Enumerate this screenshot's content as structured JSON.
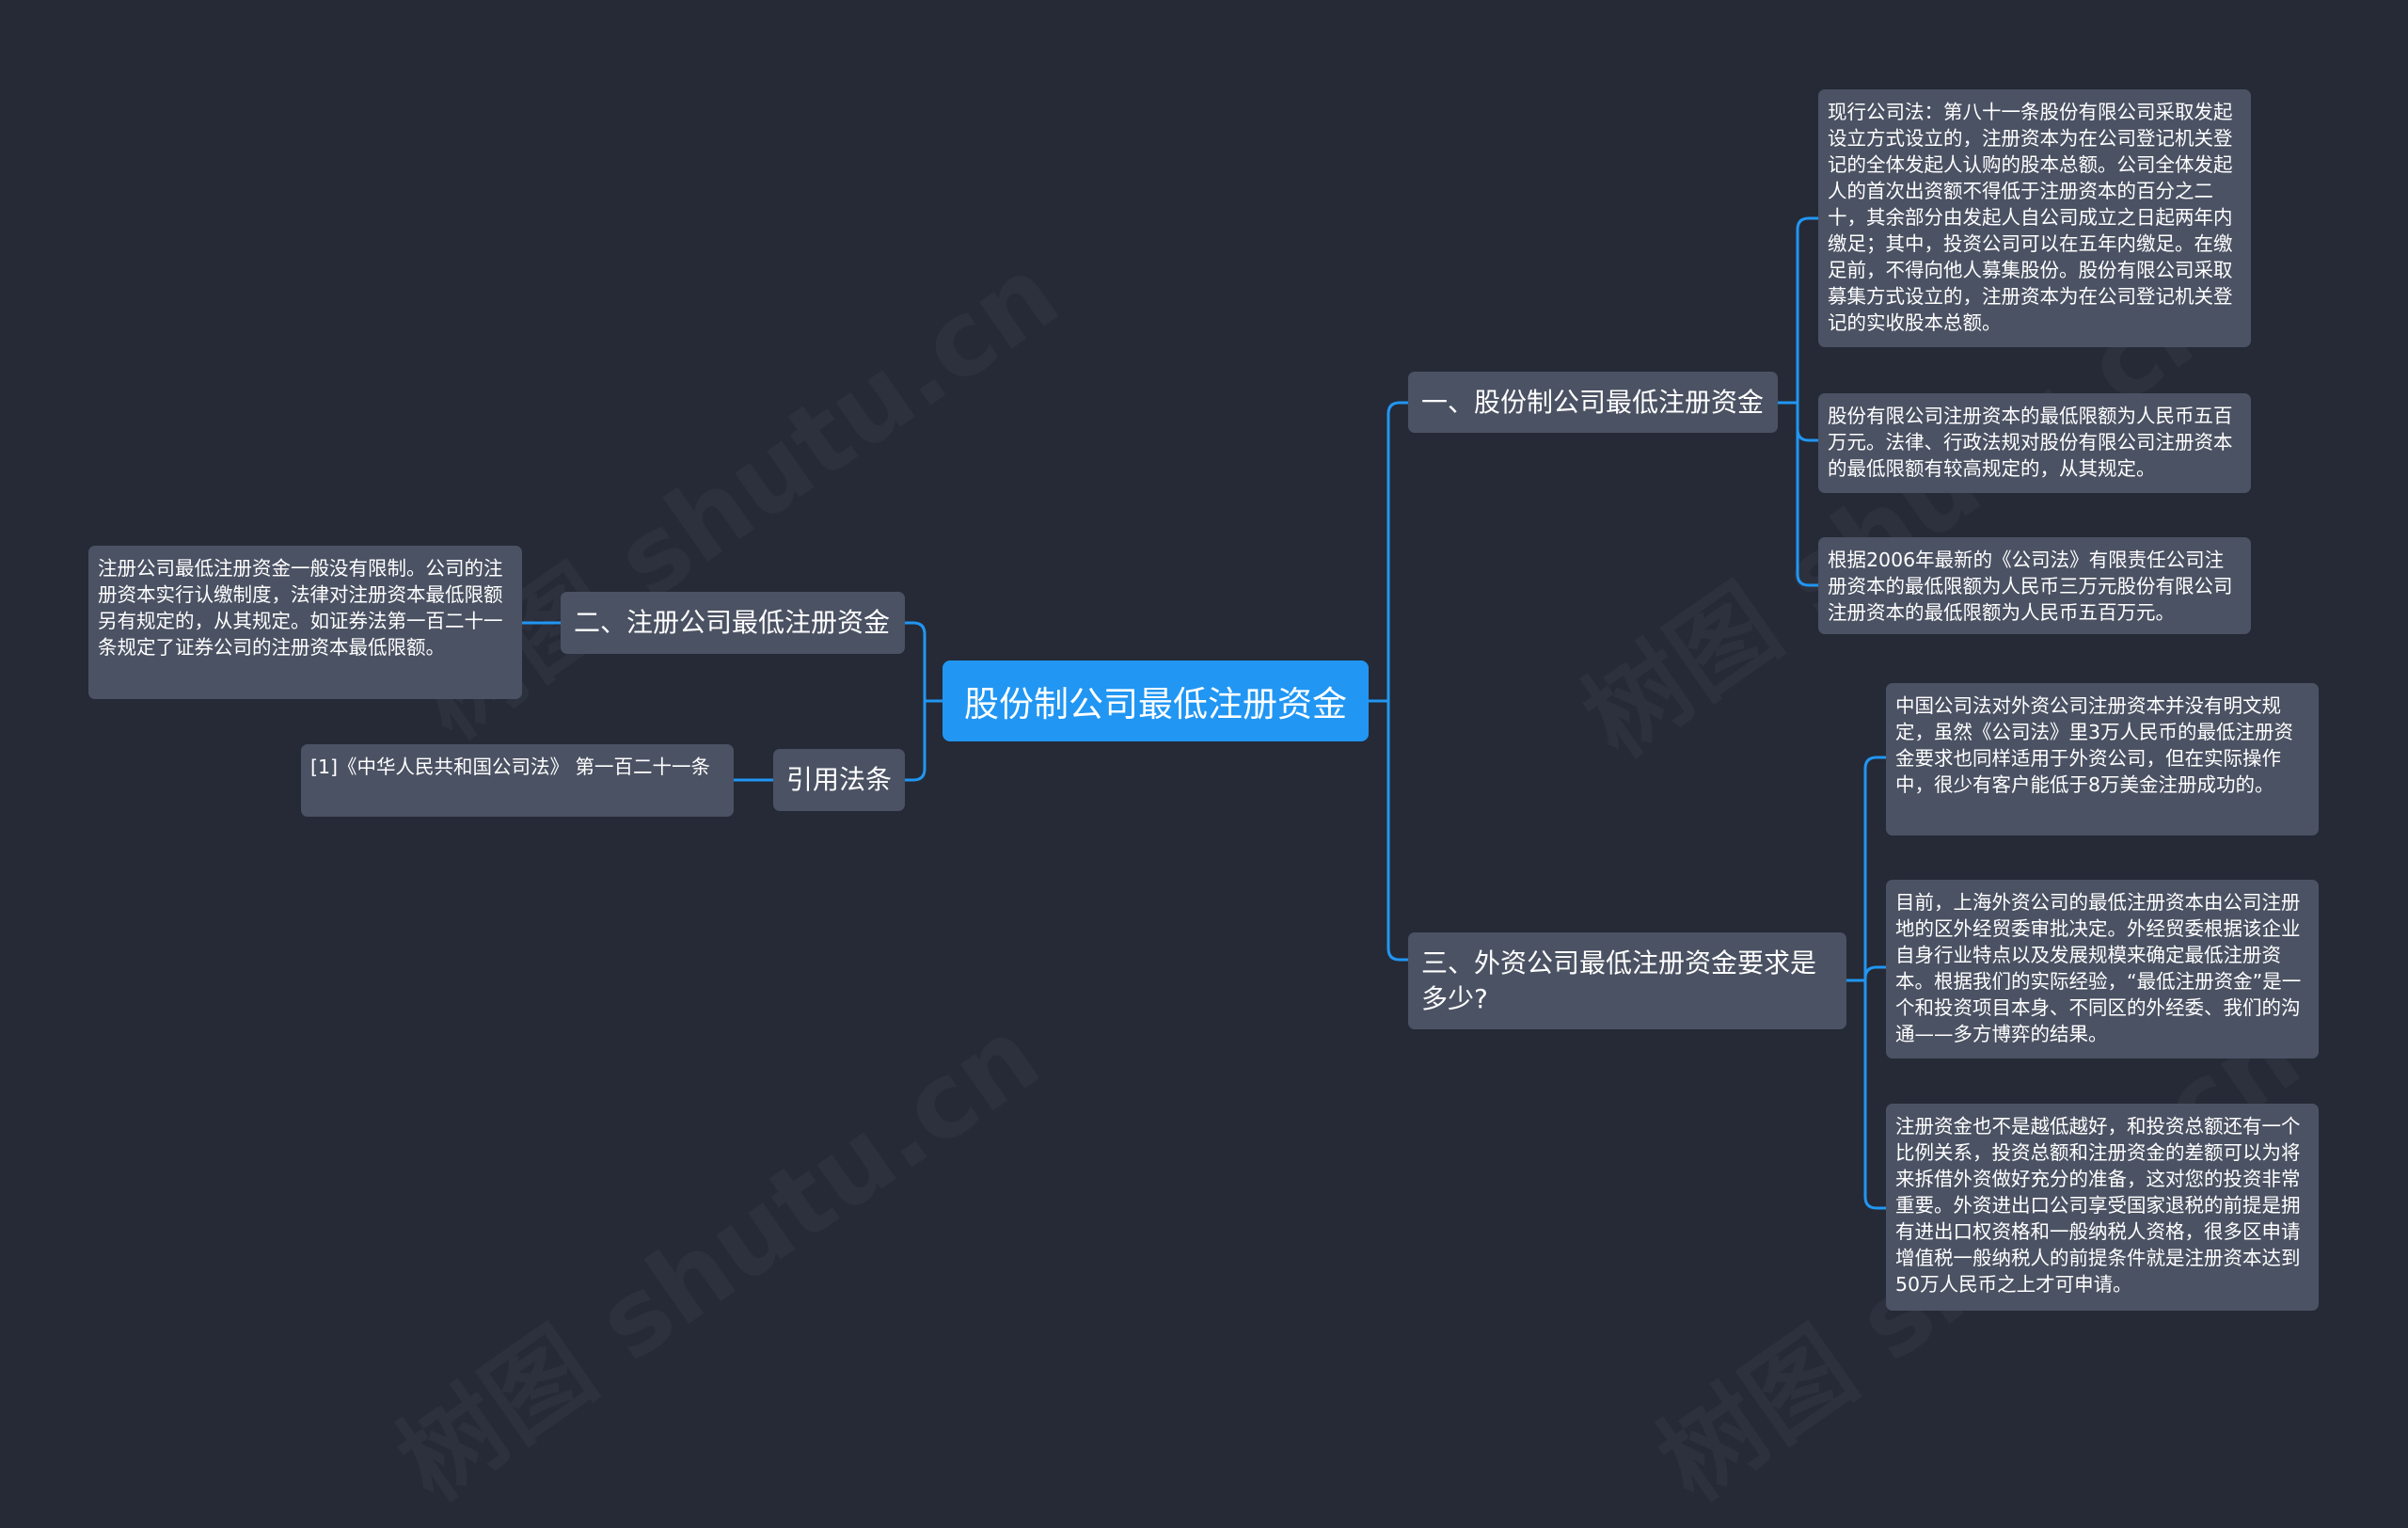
{
  "colors": {
    "background": "#252a36",
    "root": "#2196f3",
    "node": "#4b5263",
    "connector": "#2196f3"
  },
  "root": {
    "label": "股份制公司最低注册资金"
  },
  "branches": {
    "b1": {
      "label": "一、股份制公司最低注册资金",
      "leaves": [
        "现行公司法：第八十一条股份有限公司采取发起设立方式设立的，注册资本为在公司登记机关登记的全体发起人认购的股本总额。公司全体发起人的首次出资额不得低于注册资本的百分之二十，其余部分由发起人自公司成立之日起两年内缴足；其中，投资公司可以在五年内缴足。在缴足前，不得向他人募集股份。股份有限公司采取募集方式设立的，注册资本为在公司登记机关登记的实收股本总额。",
        "股份有限公司注册资本的最低限额为人民币五百万元。法律、行政法规对股份有限公司注册资本的最低限额有较高规定的，从其规定。",
        "根据2006年最新的《公司法》有限责任公司注册资本的最低限额为人民币三万元股份有限公司注册资本的最低限额为人民币五百万元。"
      ]
    },
    "b2": {
      "label": "二、注册公司最低注册资金",
      "leaves": [
        "注册公司最低注册资金一般没有限制。公司的注册资本实行认缴制度，法律对注册资本最低限额另有规定的，从其规定。如证券法第一百二十一条规定了证券公司的注册资本最低限额。"
      ]
    },
    "b3": {
      "label": "三、外资公司最低注册资金要求是多少?",
      "leaves": [
        "中国公司法对外资公司注册资本并没有明文规定，虽然《公司法》里3万人民币的最低注册资金要求也同样适用于外资公司，但在实际操作中，很少有客户能低于8万美金注册成功的。",
        "目前，上海外资公司的最低注册资本由公司注册地的区外经贸委审批决定。外经贸委根据该企业自身行业特点以及发展规模来确定最低注册资本。根据我们的实际经验，“最低注册资金”是一个和投资项目本身、不同区的外经委、我们的沟通——多方博弈的结果。",
        "注册资金也不是越低越好，和投资总额还有一个比例关系，投资总额和注册资金的差额可以为将来拆借外资做好充分的准备，这对您的投资非常重要。外资进出口公司享受国家退税的前提是拥有进出口权资格和一般纳税人资格，很多区申请增值税一般纳税人的前提条件就是注册资本达到50万人民币之上才可申请。"
      ]
    },
    "b4": {
      "label": "引用法条",
      "leaves": [
        "[1]《中华人民共和国公司法》 第一百二十一条"
      ]
    }
  }
}
